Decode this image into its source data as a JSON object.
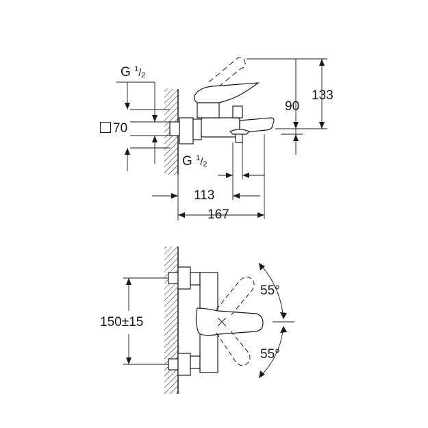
{
  "labels": {
    "inlet_thread_top": {
      "letter": "G",
      "num": "1",
      "den": "2"
    },
    "inlet_thread_bottom": {
      "letter": "G",
      "num": "1",
      "den": "2"
    },
    "square_size": "70",
    "dim_spout_height": "90",
    "dim_total_height": "133",
    "dim_outlet_distance": "113",
    "dim_total_depth": "167",
    "dim_centers": "150±15",
    "angle_upper": "55°",
    "angle_lower": "55°"
  },
  "colors": {
    "line": "#1a1a1a",
    "background": "#ffffff"
  }
}
